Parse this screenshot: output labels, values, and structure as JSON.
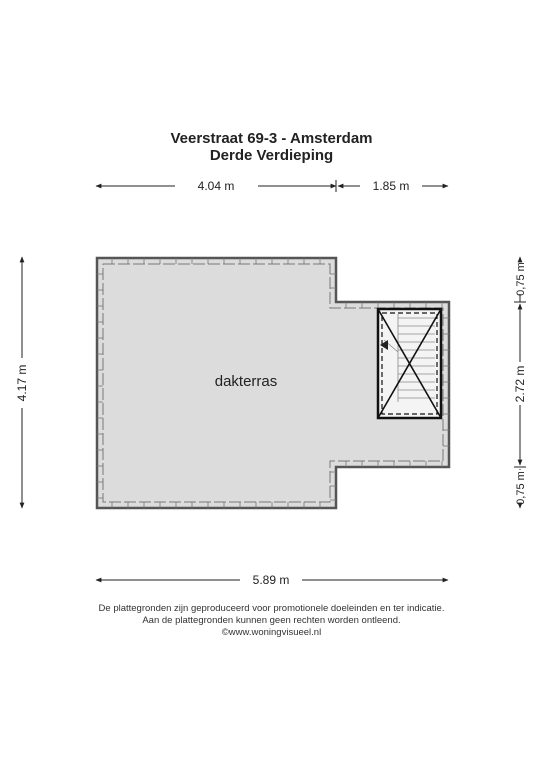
{
  "plan": {
    "title": "Veerstraat 69-3 - Amsterdam",
    "subtitle": "Derde Verdieping",
    "room_label": "dakterras",
    "dimensions": {
      "top_left": "4.04 m",
      "top_right": "1.85 m",
      "bottom": "5.89 m",
      "left": "4.17 m",
      "right_top": "0,75 m",
      "right_middle": "2.72 m",
      "right_bottom": "0,75 m"
    }
  },
  "footer": {
    "line1": "De plattegronden zijn geproduceerd voor promotionele doeleinden en ter indicatie.",
    "line2": "Aan de plattegronden kunnen geen rechten worden ontleend.",
    "line3": "©www.woningvisueel.nl"
  },
  "colors": {
    "floor": "#dcdcdc",
    "wall": "#555555",
    "dimension": "#222222"
  }
}
